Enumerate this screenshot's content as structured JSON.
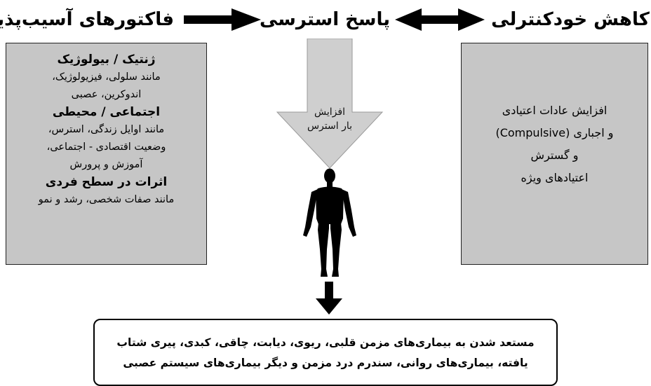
{
  "headings": {
    "left": "فاکتورهای آسیب‌پذیری",
    "center": "پاسخ استرسی",
    "right": "کاهش خودکنترلی"
  },
  "stress_arrow_label": [
    "افزایش",
    "بار استرس"
  ],
  "left_box": {
    "sections": [
      {
        "title": "ژنتیک / بیولوژیک",
        "lines": [
          "مانند سلولی، فیزیولوژیک،",
          "اندوکرین، عصبی"
        ]
      },
      {
        "title": "اجتماعی / محیطی",
        "lines": [
          "مانند اوایل زندگی، استرس،",
          "وضعیت اقتصادی - اجتماعی،",
          "آموزش و پرورش"
        ]
      },
      {
        "title": "اثرات در سطح فردی",
        "lines": [
          "مانند صفات شخصی، رشد و نمو"
        ]
      }
    ]
  },
  "right_box": {
    "lines": [
      "افزایش عادات اعتیادی",
      "و اجباری  (Compulsive)",
      "و گسترش",
      "اعتیادهای ویژه"
    ]
  },
  "outcome_box": {
    "lines": [
      "مستعد شدن به بیماری‌های مزمن قلبی، ریوی، دیابت، چاقی، کبدی، پیری شتاب",
      "یافته، بیماری‌های روانی، سندرم درد مزمن و دیگر بیماری‌های سیستم عصبی"
    ]
  },
  "colors": {
    "box_fill": "#c6c6c6",
    "funnel_fill": "#cfcfcf",
    "arrow": "#000000"
  }
}
